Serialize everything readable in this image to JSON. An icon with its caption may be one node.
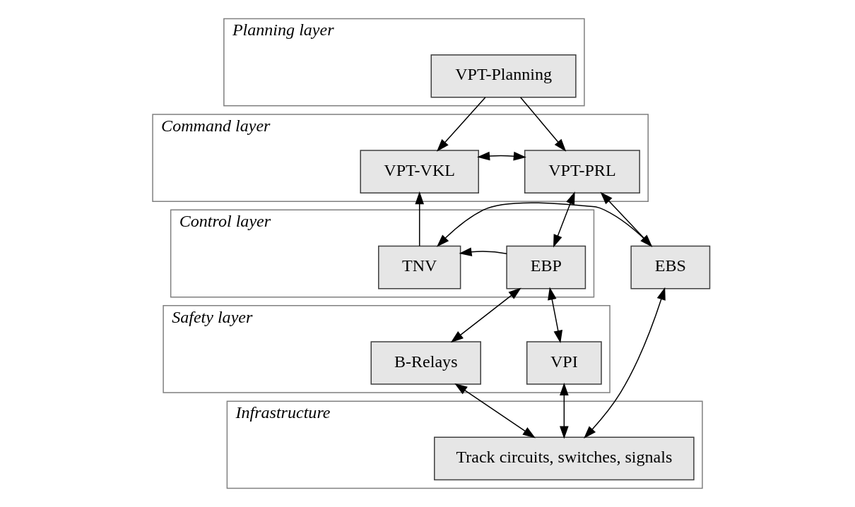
{
  "diagram": {
    "nodes": [
      {
        "text": [
          "Planning layer"
        ]
      },
      {
        "text": [
          "VPT-Planning"
        ],
        "in": 0
      },
      {
        "text": [
          "Command layer"
        ]
      },
      {
        "text": [
          "VPT-VKL"
        ],
        "in": 2
      },
      {
        "text": [
          "VPT-PRL"
        ],
        "in": 2
      },
      {
        "text": [
          "Control layer"
        ]
      },
      {
        "text": [
          "TNV"
        ],
        "in": 5
      },
      {
        "text": [
          "EBP"
        ],
        "in": 5
      },
      {
        "text": [
          "EBS"
        ]
      },
      {
        "text": [
          "Safety layer"
        ]
      },
      {
        "text": [
          "B-Relays"
        ],
        "in": 9
      },
      {
        "text": [
          "VPI"
        ],
        "in": 9
      },
      {
        "text": [
          "Infrastructure"
        ]
      },
      {
        "text": [
          "Track circuits, switches, signals"
        ],
        "in": 12
      }
    ],
    "edges": [
      {
        "from": 1,
        "to": 3,
        "arrow": "to"
      },
      {
        "from": 1,
        "to": 4,
        "arrow": "to"
      },
      {
        "from": 3,
        "to": 4,
        "arrow": "both"
      },
      {
        "from": 6,
        "to": 3,
        "arrow": "to"
      },
      {
        "from": 4,
        "to": 7,
        "arrow": "both"
      },
      {
        "from": 4,
        "to": 8,
        "arrow": "both"
      },
      {
        "from": 7,
        "to": 6,
        "arrow": "to"
      },
      {
        "from": 8,
        "to": 6,
        "arrow": "to"
      },
      {
        "from": 7,
        "to": 10,
        "arrow": "both"
      },
      {
        "from": 7,
        "to": 11,
        "arrow": "both"
      },
      {
        "from": 10,
        "to": 13,
        "arrow": "both"
      },
      {
        "from": 11,
        "to": 13,
        "arrow": "both"
      },
      {
        "from": 8,
        "to": 13,
        "arrow": "both"
      }
    ]
  }
}
